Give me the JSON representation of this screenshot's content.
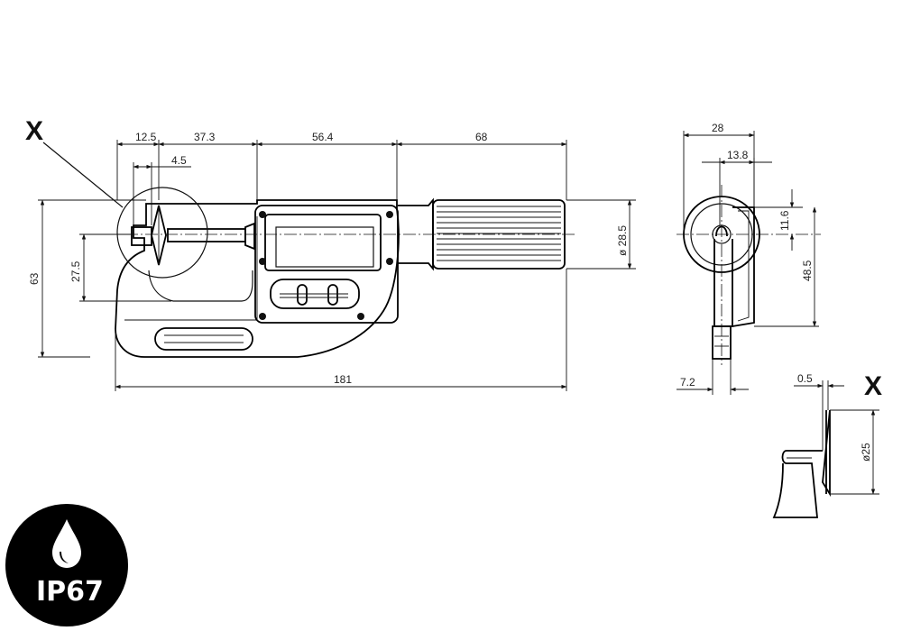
{
  "detail_marker": "X",
  "detail_marker_2": "X",
  "dimensions": {
    "d12_5": "12.5",
    "d37_3": "37.3",
    "d4_5": "4.5",
    "d56_4": "56.4",
    "d68": "68",
    "d63": "63",
    "d27_5": "27.5",
    "d28_5": "ø 28.5",
    "d181": "181",
    "d28": "28",
    "d13_8": "13.8",
    "d11_6": "11.6",
    "d48_5": "48.5",
    "d7_2": "7.2",
    "d0_5": "0.5",
    "d25": "ø25"
  },
  "badge": {
    "label": "IP67",
    "icon": "water-drop-icon",
    "color": "#000000"
  }
}
